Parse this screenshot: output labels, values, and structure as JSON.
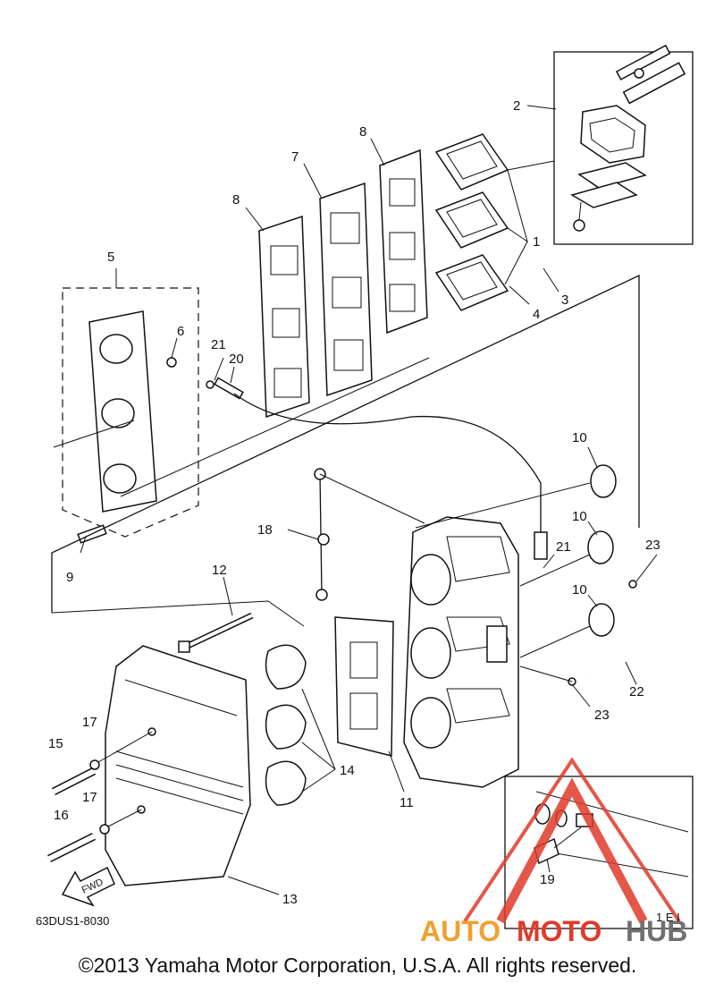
{
  "diagram": {
    "callouts": {
      "c1": "1",
      "c2": "2",
      "c3": "3",
      "c4": "4",
      "c5": "5",
      "c6": "6",
      "c7": "7",
      "c8a": "8",
      "c8b": "8",
      "c9": "9",
      "c10a": "10",
      "c10b": "10",
      "c10c": "10",
      "c11": "11",
      "c12": "12",
      "c13": "13",
      "c14": "14",
      "c15": "15",
      "c16": "16",
      "c17a": "17",
      "c17b": "17",
      "c18": "18",
      "c19": "19",
      "c20": "20",
      "c21a": "21",
      "c21b": "21",
      "c22": "22",
      "c23a": "23",
      "c23b": "23"
    },
    "fwd_label": "FWD",
    "diagram_code": "63DUS1-8030",
    "inset_code": "1 E I"
  },
  "watermark": {
    "part1": "AUTO",
    "part2": "MOTO",
    "part3": "HUB"
  },
  "footer": {
    "copyright": "©2013 Yamaha Motor Corporation, U.S.A. All rights reserved."
  },
  "colors": {
    "line": "#111111",
    "watermark_red": "#e03a2a",
    "watermark_orange": "#f0a030",
    "watermark_gray": "#707070"
  }
}
